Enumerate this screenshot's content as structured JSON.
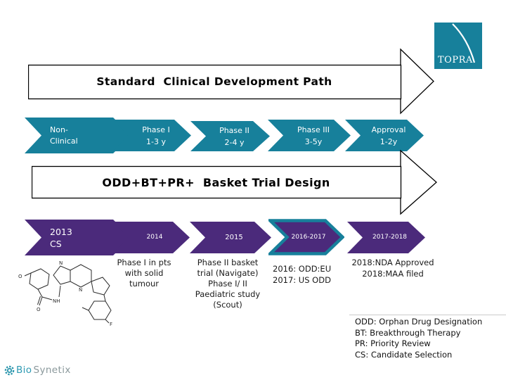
{
  "colors": {
    "teal": "#17809b",
    "purple": "#4b2a7b",
    "banner_border": "#000000"
  },
  "logo_topra": {
    "text": "TOPRA"
  },
  "banners": {
    "standard": "Standard  Clinical Development Path",
    "basket": "ODD+BT+PR+  Basket Trial Design"
  },
  "standard_path": [
    {
      "line1": "Non-",
      "line2": "Clinical"
    },
    {
      "line1": "Phase I",
      "line2": "1-3 y"
    },
    {
      "line1": "Phase II",
      "line2": "2-4 y"
    },
    {
      "line1": "Phase III",
      "line2": "3-5y"
    },
    {
      "line1": "Approval",
      "line2": "1-2y"
    }
  ],
  "basket_path": [
    {
      "line1": "2013",
      "line2": "CS"
    },
    {
      "line1": "2014",
      "line2": ""
    },
    {
      "line1": "2015",
      "line2": ""
    },
    {
      "line1": "2016-2017",
      "line2": ""
    },
    {
      "line1": "2017-2018",
      "line2": ""
    }
  ],
  "milestones": {
    "m1": {
      "lines": [
        "Phase I in pts",
        "with solid",
        "tumour"
      ]
    },
    "m2": {
      "lines": [
        "Phase II basket",
        "trial (Navigate)",
        "Phase I/ II",
        "Paediatric study",
        "(Scout)"
      ]
    },
    "m3": {
      "lines": [
        "2016: ODD:EU",
        "2017: US ODD"
      ]
    },
    "m4": {
      "lines": [
        "2018:NDA Approved",
        "2018:MAA filed"
      ]
    }
  },
  "legend": {
    "lines": [
      "ODD: Orphan Drug Designation",
      "BT: Breakthrough Therapy",
      "PR: Priority Review",
      "CS: Candidate Selection"
    ]
  },
  "brand": {
    "part1": "Bio",
    "part2": "Synetix"
  }
}
